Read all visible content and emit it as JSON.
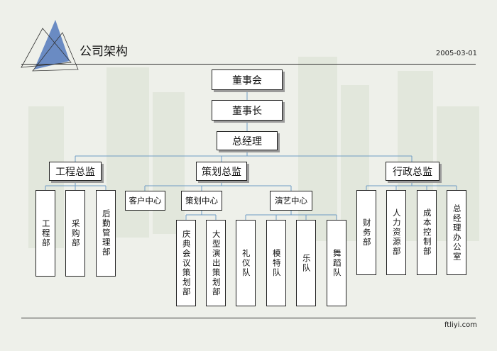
{
  "header": {
    "title": "公司架构",
    "date": "2005-03-01"
  },
  "footer": {
    "site": "ftliyi.com"
  },
  "org": {
    "board": "董事会",
    "chairman": "董事长",
    "gm": "总经理",
    "directors": [
      "工程总监",
      "策划总监",
      "行政总监"
    ],
    "engineering": [
      "工程部",
      "采购部",
      "后勤管理部"
    ],
    "planning_centers": [
      "客户中心",
      "策划中心",
      "演艺中心"
    ],
    "planning_sub": [
      "庆典会议策划部",
      "大型演出策划部"
    ],
    "performance_sub": [
      "礼仪队",
      "模特队",
      "乐队",
      "舞蹈队"
    ],
    "admin": [
      "财务部",
      "人力资源部",
      "成本控制部",
      "总经理办公室"
    ]
  },
  "colors": {
    "line": "#6f9bc4",
    "accent": "#5b7fbf",
    "background": "#eef0ea"
  }
}
